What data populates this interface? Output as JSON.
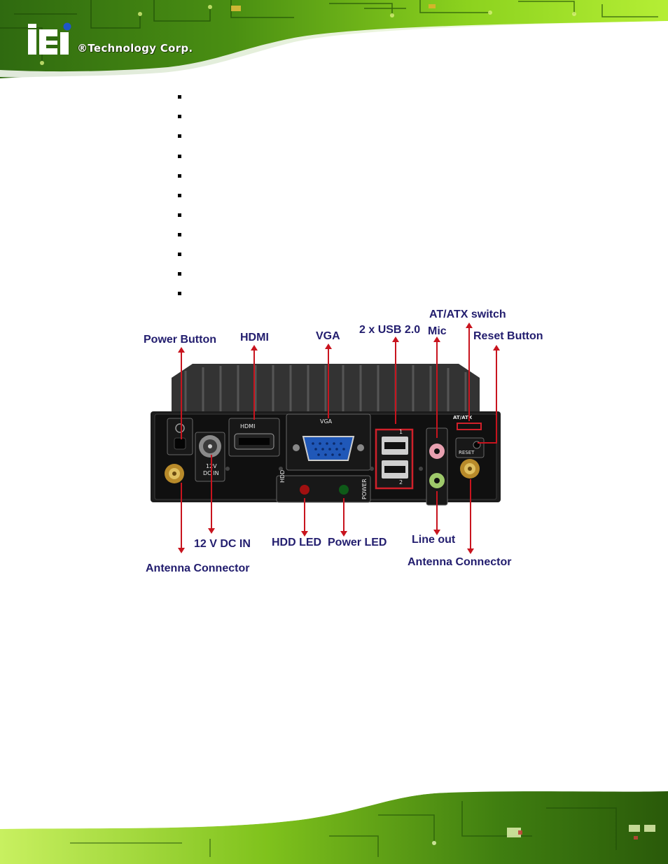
{
  "header": {
    "brand_logo": "iEi",
    "brand_name": "®Technology Corp."
  },
  "bullet_count": 11,
  "figure": {
    "callouts": {
      "power_button": "Power Button",
      "hdmi": "HDMI",
      "vga": "VGA",
      "usb": "2 x USB 2.0",
      "mic": "Mic",
      "at_atx_switch": "AT/ATX switch",
      "reset_button": "Reset Button",
      "dc_in": "12 V DC IN",
      "hdd_led": "HDD LED",
      "power_led": "Power LED",
      "line_out": "Line out",
      "antenna_left": "Antenna Connector",
      "antenna_right": "Antenna Connector"
    },
    "panel_labels": {
      "hdmi": "HDMI",
      "vga": "VGA",
      "dc_in_1": "12V",
      "dc_in_2": "DC IN",
      "hdd": "HDD",
      "power": "POWER",
      "at_atx": "AT/ATX",
      "reset": "RESET",
      "usb_1": "1",
      "usb_2": "2"
    },
    "colors": {
      "callout_text": "#221d6e",
      "arrow": "#c8141e",
      "usb_highlight": "#d0202a"
    }
  }
}
